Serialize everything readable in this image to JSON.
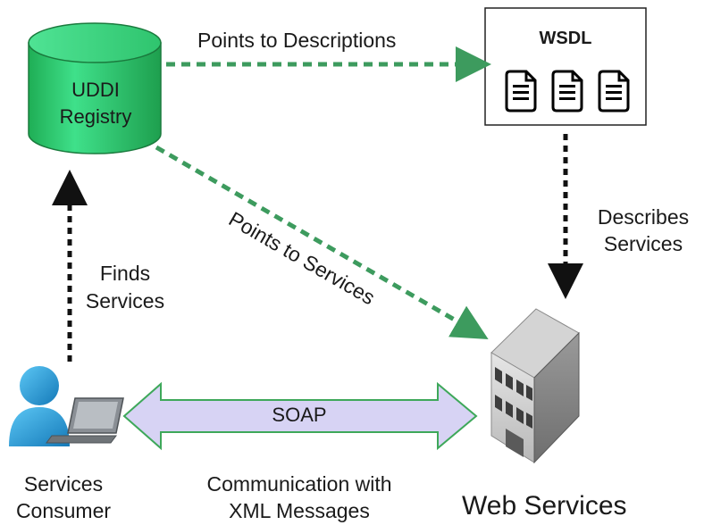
{
  "registry": {
    "line1": "UDDI",
    "line2": "Registry"
  },
  "wsdl": {
    "title": "WSDL"
  },
  "edges": {
    "points_to_descriptions": "Points to Descriptions",
    "points_to_services": "Points to Services",
    "describes_line1": "Describes",
    "describes_line2": "Services",
    "finds_line1": "Finds",
    "finds_line2": "Services",
    "soap": "SOAP"
  },
  "consumer": {
    "line1": "Services",
    "line2": "Consumer"
  },
  "communication": {
    "line1": "Communication with",
    "line2": "XML Messages"
  },
  "web_services": {
    "label": "Web Services"
  },
  "colors": {
    "green": "#3d9b5e",
    "cylinder": "#33d17a",
    "arrow_fill": "#d7d3f4",
    "arrow_stroke": "#3ea85a",
    "person": "#2aa0dc"
  }
}
